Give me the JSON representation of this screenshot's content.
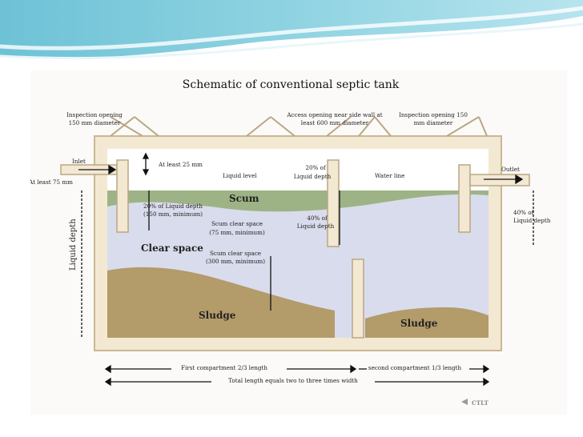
{
  "title": "Schematic of conventional septic tank",
  "labels": {
    "inspection_left": [
      "Inspection opening",
      "150 mm diameter"
    ],
    "access_opening": [
      "Access opening near side wall at",
      "least 600 mm diameter"
    ],
    "inspection_right": [
      "Inspection opening 150",
      "mm diameter"
    ],
    "inlet": "Inlet",
    "at_least_25": "At least 25 mm",
    "at_least_75": "At least 75 mm",
    "liquid_level": "Liquid level",
    "pct20_liquid": [
      "20% of",
      "Liquid depth"
    ],
    "water_line": "Water line",
    "outlet": "Outlet",
    "pct40_right": [
      "40% of",
      "Liquid depth"
    ],
    "scum": "Scum",
    "pct20_depth": [
      "20% of Liquid depth",
      "(150 mm, minimum)"
    ],
    "scum_clear_75": [
      "Scum clear space",
      "(75 mm, minimum)"
    ],
    "pct40_mid": [
      "40% of",
      "Liquid depth"
    ],
    "clear_space": "Clear space",
    "scum_clear_300": [
      "Scum clear space",
      "(300 mm, minimum)"
    ],
    "liquid_depth": "Liquid depth",
    "sludge_left": "Sludge",
    "sludge_right": "Sludge",
    "first_compartment": "First compartment 2/3 length",
    "second_compartment": "second compartment 1/3 length",
    "total_length": "Total length equals two to three times width",
    "logo": "CTLT"
  }
}
